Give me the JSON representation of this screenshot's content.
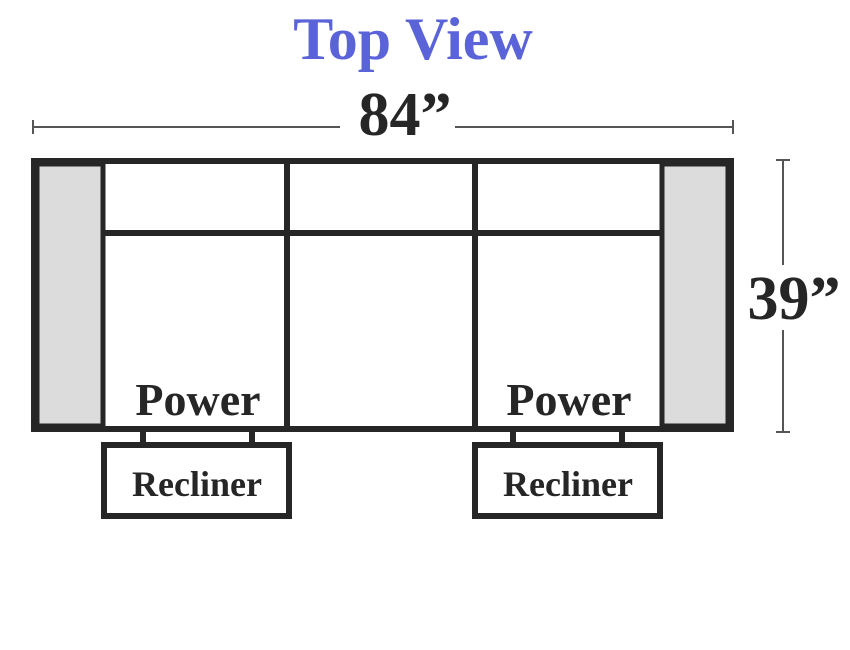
{
  "title": "Top View",
  "dimensions": {
    "width": "84”",
    "depth": "39”"
  },
  "seats": [
    {
      "power_label": "Power",
      "recliner_label": "Recliner"
    },
    {
      "power_label": "Power",
      "recliner_label": "Recliner"
    }
  ],
  "colors": {
    "title": "#5b63d9",
    "outline": "#262626",
    "armrest_fill": "#dcdcdc"
  }
}
